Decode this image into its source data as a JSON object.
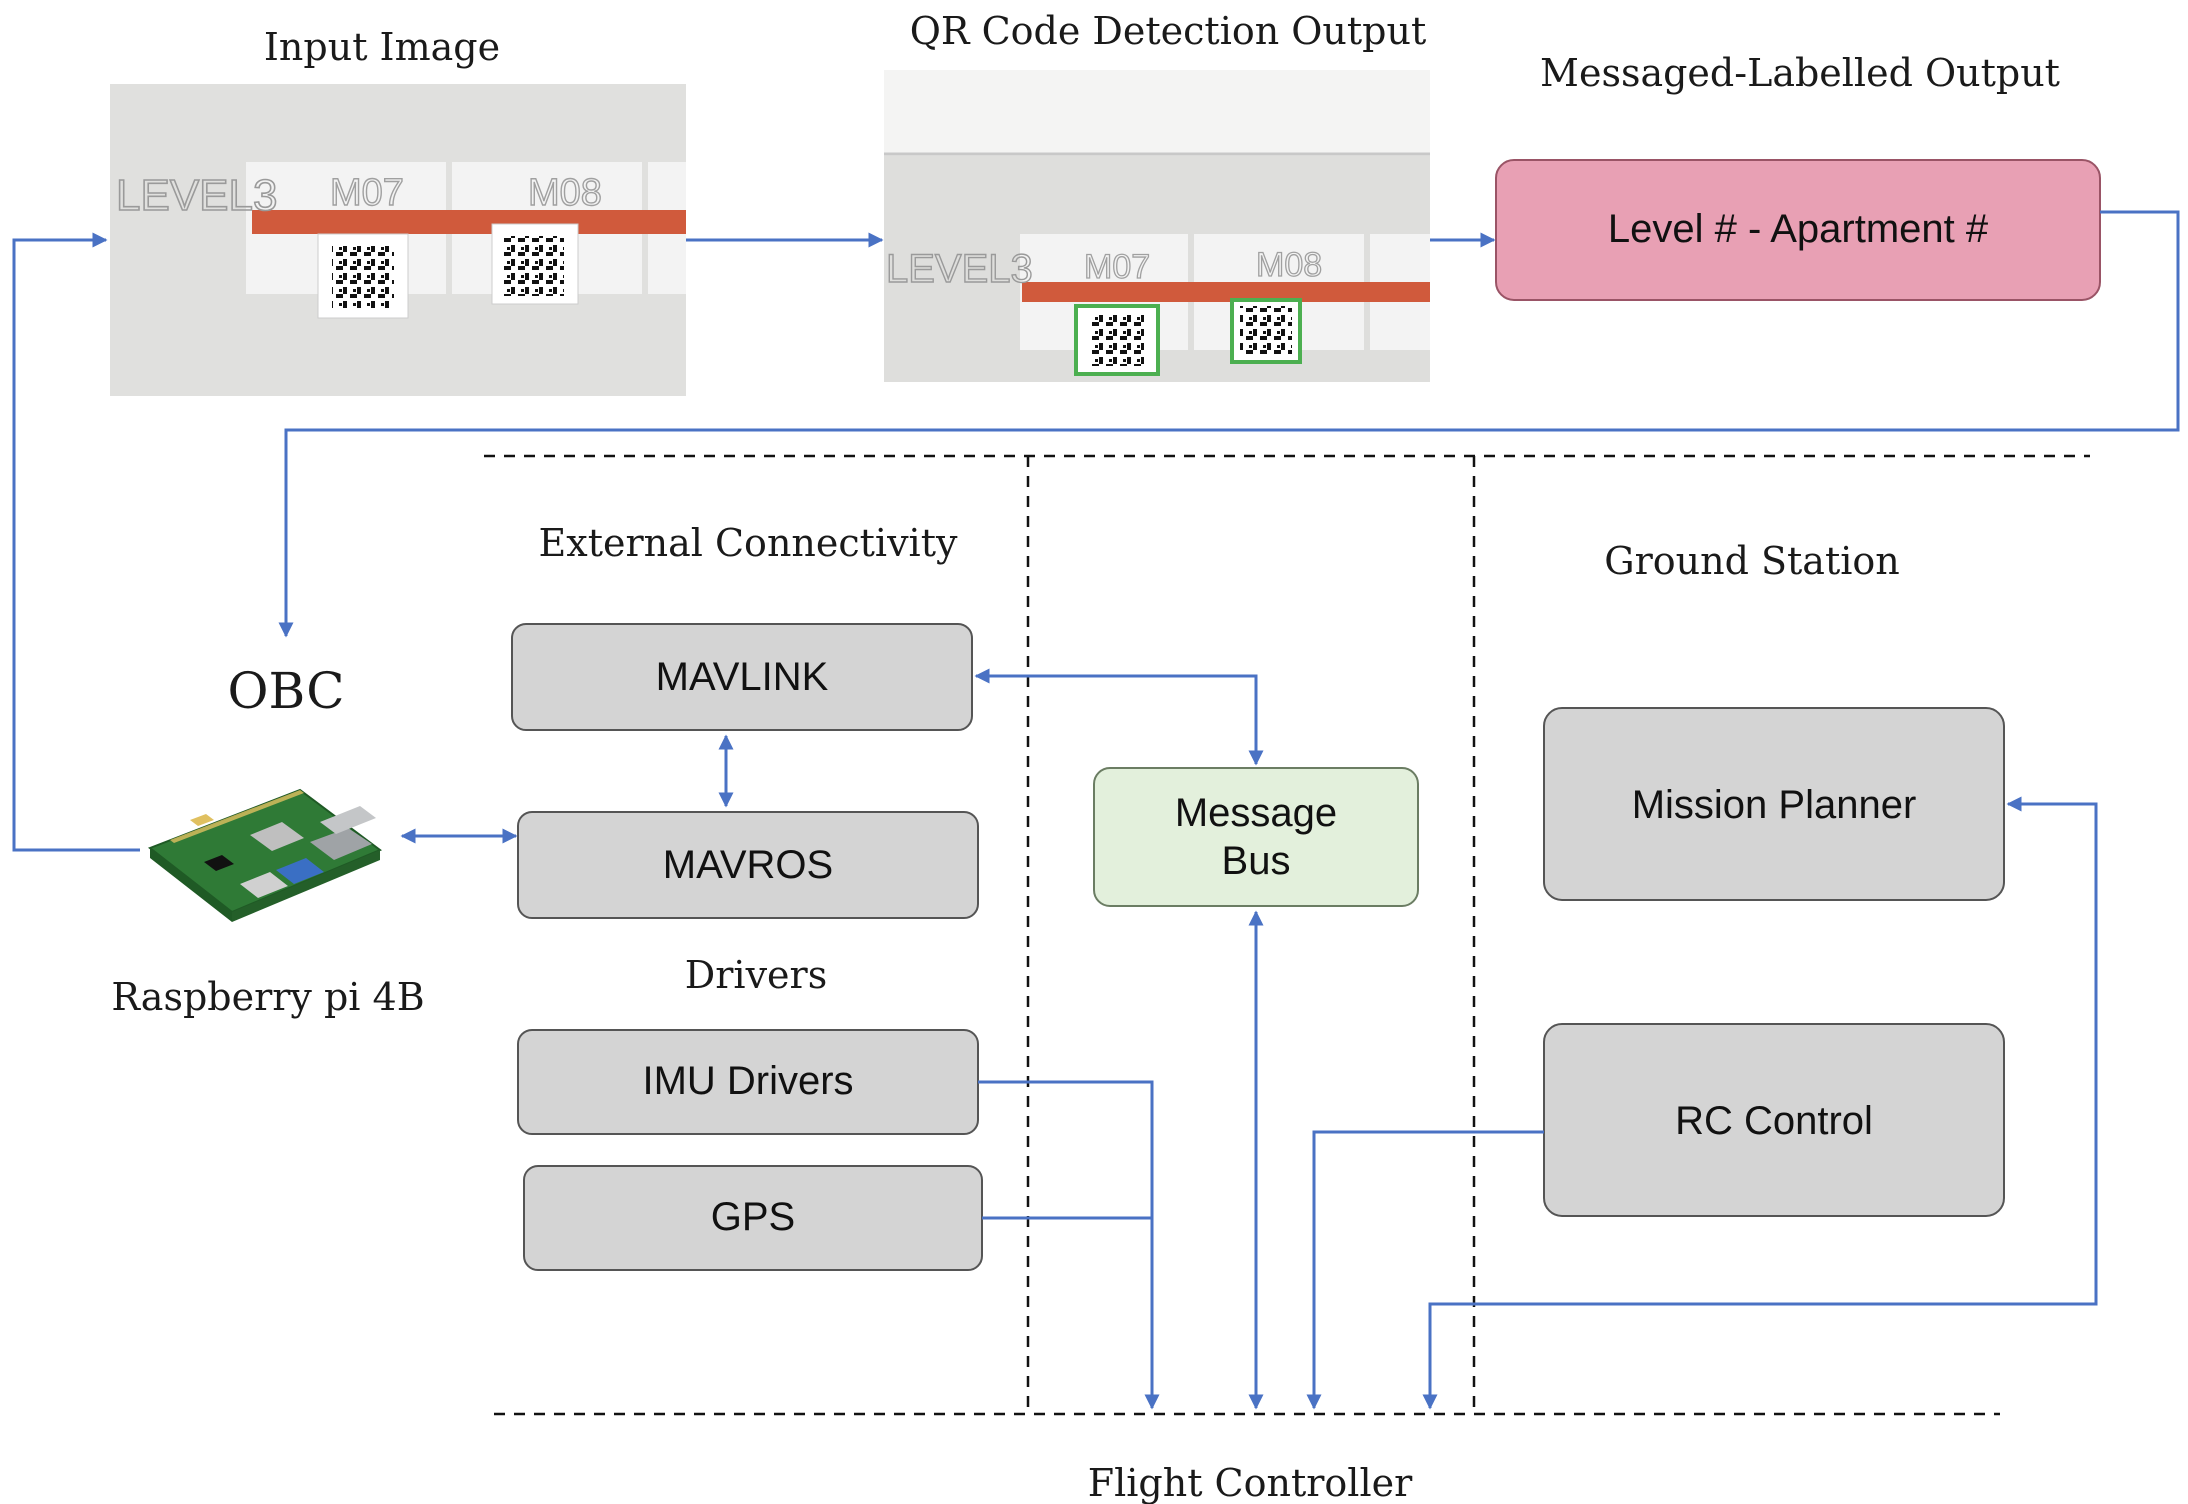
{
  "titles": {
    "input_image": "Input Image",
    "qr_output": "QR Code Detection Output",
    "message_output": "Messaged-Labelled Output",
    "external_connectivity": "External Connectivity",
    "ground_station": "Ground Station",
    "obc": "OBC",
    "raspberry": "Raspberry pi 4B",
    "drivers": "Drivers",
    "flight_controller": "Flight Controller"
  },
  "boxes": {
    "level_apartment": "Level # - Apartment #",
    "mavlink": "MAVLINK",
    "mavros": "MAVROS",
    "message_bus_line1": "Message",
    "message_bus_line2": "Bus",
    "imu_drivers": "IMU Drivers",
    "gps": "GPS",
    "mission_planner": "Mission Planner",
    "rc_control": "RC Control"
  },
  "photo_labels": {
    "level": "LEVEL3",
    "apt1": "M07",
    "apt2": "M08"
  },
  "colors": {
    "connector": "#4a72c4",
    "label_box": "#e8a0b4",
    "bus_box": "#e3f0dc",
    "grey_box": "#d4d4d4",
    "tape": "#d05a3c"
  },
  "icons": [
    "raspberry-pi-board-icon",
    "qr-code-icon"
  ]
}
